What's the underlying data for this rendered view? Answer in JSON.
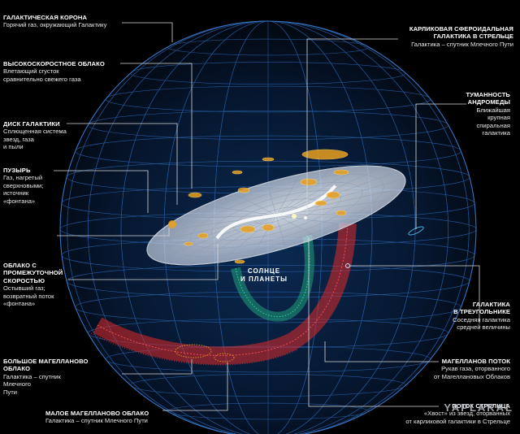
{
  "labels": {
    "corona": {
      "title": "ГАЛАКТИЧЕСКАЯ КОРОНА",
      "desc": "Горячий газ, окружающий Галактику"
    },
    "hvc": {
      "title": "ВЫСОКОСКОРОСТНОЕ ОБЛАКО",
      "desc": "Влетающий сгусток\nсравнительно свежего газа"
    },
    "disk": {
      "title": "ДИСК ГАЛАКТИКИ",
      "desc": "Сплющенная система\nзвезд, газа\nи пыли"
    },
    "bubble": {
      "title": "ПУЗЫРЬ",
      "desc": "Газ, нагретый\nсверхновыми;\nисточник\n«фонтана»"
    },
    "ivc": {
      "title": "ОБЛАКО С\nПРОМЕЖУТОЧНОЙ\nСКОРОСТЬЮ",
      "desc": "Остывший газ;\nвозвратный поток\n«фонтана»"
    },
    "lmc": {
      "title": "БОЛЬШОЕ МАГЕЛЛАНОВО\nОБЛАКО",
      "desc": "Галактика – спутник\nМлечного\nПути"
    },
    "smc": {
      "title": "МАЛОЕ МАГЕЛЛАНОВО ОБЛАКО",
      "desc": "Галактика – спутник Млечного Пути"
    },
    "sgr_dwarf": {
      "title": "КАРЛИКОВАЯ СФЕРОИДАЛЬНАЯ\nГАЛАКТИКА В СТРЕЛЬЦЕ",
      "desc": "Галактика – спутник Млечного Пути"
    },
    "andromeda": {
      "title": "ТУМАННОСТЬ\nАНДРОМЕДЫ",
      "desc": "Ближайшая\nкрупная\nспиральная\nгалактика"
    },
    "triangulum": {
      "title": "ГАЛАКТИКА\nВ ТРЕУГОЛЬНИКЕ",
      "desc": "Соседняя галактика\nсредней величины"
    },
    "mag_stream": {
      "title": "МАГЕЛЛАНОВ ПОТОК",
      "desc": "Рукав газа, оторванного\nот Магеллановых Облаков"
    },
    "sgr_stream": {
      "title": "ПОТОК СТРЕЛЬЦА",
      "desc": "«Хвост» из звезд, оторванных\nот карликовой галактики в Стрельце"
    },
    "sun": {
      "title": "СОЛНЦЕ\nИ ПЛАНЕТЫ",
      "desc": ""
    }
  },
  "watermark": "YAPLAKAL",
  "colors": {
    "sphere_grid": "#2f6fbf",
    "disk": "#e8eef8",
    "magellanic_stream": "#e02a2a",
    "sagittarius_stream": "#1fa07a",
    "clouds": "#e8a020",
    "leader": "#d8d8d8"
  }
}
